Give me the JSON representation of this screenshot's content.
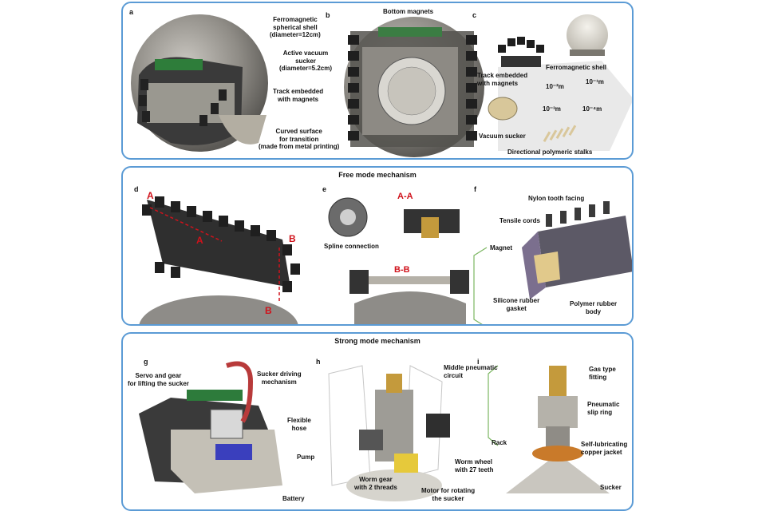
{
  "rows": {
    "free_title": "Free mode mechanism",
    "strong_title": "Strong mode mechanism"
  },
  "panel_a": {
    "letter": "a",
    "shell": "Ferromagnetic\nspherical shell\n(diameter=12cm)",
    "sucker": "Active vacuum\nsucker\n(diameter=5.2cm)",
    "track": "Track embedded\nwith magnets",
    "curved": "Curved surface\nfor transition\n(made from metal printing)"
  },
  "panel_b": {
    "letter": "b",
    "magnets": "Bottom magnets"
  },
  "panel_c": {
    "letter": "c",
    "shell": "Ferromagnetic shell",
    "track": "Track embedded\nwith magnets",
    "sucker": "Vacuum sucker",
    "stalks": "Directional polymeric stalks",
    "scale_1": "10⁻¹m",
    "scale_2": "10⁻²m",
    "scale_3": "10⁻³m",
    "scale_4": "10⁻⁴m"
  },
  "panel_d": {
    "letter": "d",
    "A": "A",
    "B": "B",
    "A2": "A",
    "B2": "B"
  },
  "panel_e": {
    "letter": "e",
    "section_aa": "A-A",
    "section_bb": "B-B",
    "spline": "Spline connection"
  },
  "panel_f": {
    "letter": "f",
    "nylon": "Nylon tooth facing",
    "cords": "Tensile cords",
    "magnet": "Magnet",
    "silicone": "Silicone rubber\ngasket",
    "polymer": "Polymer rubber\nbody"
  },
  "panel_g": {
    "letter": "g",
    "servo": "Servo and gear\nfor lifting the sucker",
    "driving": "Sucker driving\nmechanism",
    "hose": "Flexible\nhose",
    "pump": "Pump",
    "battery": "Battery"
  },
  "panel_h": {
    "letter": "h",
    "middle": "Middle pneumatic\ncircuit",
    "worm_wheel": "Worm wheel\nwith 27 teeth",
    "worm_gear": "Worm gear\nwith 2 threads",
    "motor": "Motor for rotating\nthe sucker"
  },
  "panel_i": {
    "letter": "i",
    "gas": "Gas type\nfitting",
    "slip": "Pneumatic\nslip ring",
    "rack": "Rack",
    "copper": "Self-lubricating\ncopper jacket",
    "sucker": "Sucker"
  }
}
